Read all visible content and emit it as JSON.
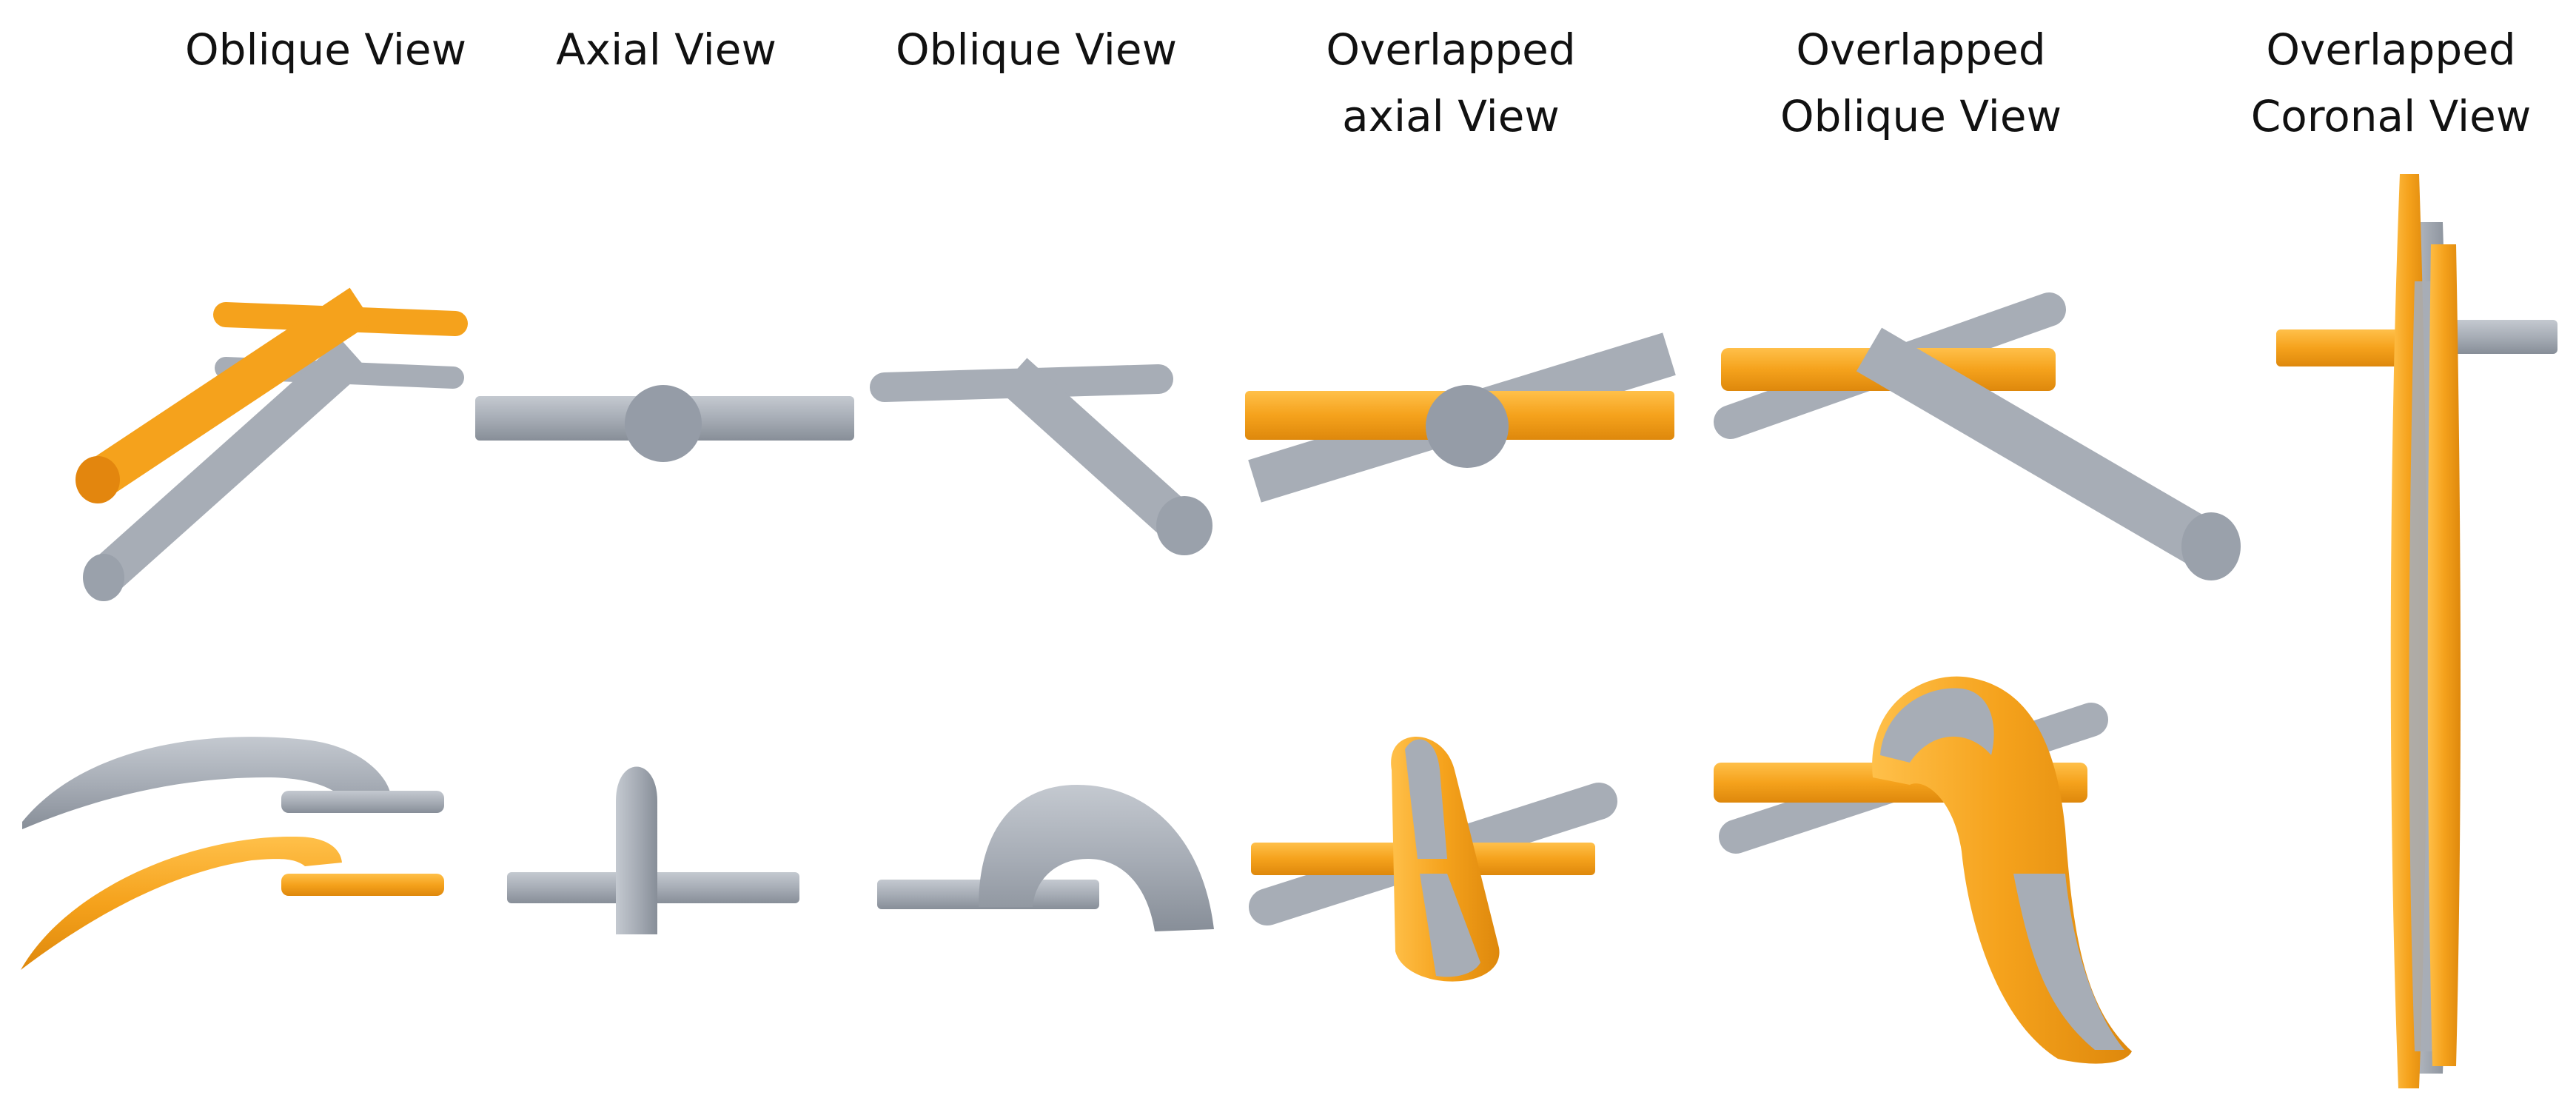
{
  "headers": [
    {
      "lines": [
        "Oblique View"
      ]
    },
    {
      "lines": [
        "Axial View"
      ]
    },
    {
      "lines": [
        "Oblique View"
      ]
    },
    {
      "lines": [
        "Overlapped",
        "axial View"
      ]
    },
    {
      "lines": [
        "Overlapped",
        "Oblique View"
      ]
    },
    {
      "lines": [
        "Overlapped",
        "Coronal View"
      ]
    }
  ],
  "colors": {
    "orange": "#f5a21c",
    "orange_dark": "#e08a10",
    "gray": "#a7adb6",
    "gray_dark": "#8c939d",
    "gray_cap": "#9aa1ab"
  }
}
